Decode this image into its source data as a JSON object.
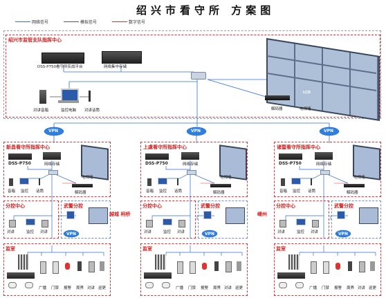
{
  "title": "绍兴市看守所 方案图",
  "legend": [
    {
      "label": "网络信号",
      "color": "#2f6fd1"
    },
    {
      "label": "模拟信号",
      "color": "#555555"
    },
    {
      "label": "数字信号",
      "color": "#e03030"
    }
  ],
  "hq": {
    "title": "绍兴市监管支队指挥中心",
    "platform": "DSS-P750看守所实战平台",
    "storage": "网络集中存储",
    "intercom_host": "对讲音箱",
    "monitor_pc": "监控电脑",
    "intercom_phone": "对讲话筒",
    "decoder": "解码器",
    "tvwall": "电视墙",
    "wall_badge": "LCD"
  },
  "vpn_label": "VPN",
  "branches": [
    {
      "center_title": "新昌看守所指挥中心",
      "platform": "DSS-P750",
      "storage": "网络存储",
      "tvwall": "电视墙",
      "decoder": "解码器",
      "devices": [
        "音箱",
        "监控",
        "话筒"
      ],
      "sub_center": "分控中心",
      "armed_sub": "武警分控",
      "sub_devices": [
        "对讲",
        "监控",
        "对讲"
      ],
      "armed_vpn": "VPN",
      "cell": "监室",
      "cell_devices": [
        "广播",
        "门禁",
        "报警",
        "周界",
        "对讲",
        "巡更"
      ],
      "side_label": "越城  柯桥"
    },
    {
      "center_title": "上虞看守所指挥中心",
      "platform": "DSS-P750",
      "storage": "网络存储",
      "tvwall": "电视墙",
      "decoder": "解码器",
      "devices": [
        "音箱",
        "监控",
        "话筒"
      ],
      "sub_center": "分控中心",
      "armed_sub": "武警分控",
      "sub_devices": [
        "对讲",
        "监控",
        "对讲"
      ],
      "armed_vpn": "VPN",
      "cell": "监室",
      "cell_devices": [
        "广播",
        "门禁",
        "报警",
        "周界",
        "对讲",
        "巡更"
      ],
      "side_label": ""
    },
    {
      "center_title": "诸暨看守所指挥中心",
      "platform": "DSS-P750",
      "storage": "网络存储",
      "tvwall": "电视墙",
      "decoder": "解码器",
      "devices": [
        "音箱",
        "监控",
        "话筒"
      ],
      "sub_center": "分控中心",
      "armed_sub": "武警分控",
      "sub_devices": [
        "对讲",
        "监控",
        "对讲"
      ],
      "armed_vpn": "VPN",
      "cell": "监室",
      "cell_devices": [
        "广播",
        "门禁",
        "报警",
        "周界",
        "对讲",
        "巡更"
      ],
      "side_label": "嵊州"
    }
  ]
}
